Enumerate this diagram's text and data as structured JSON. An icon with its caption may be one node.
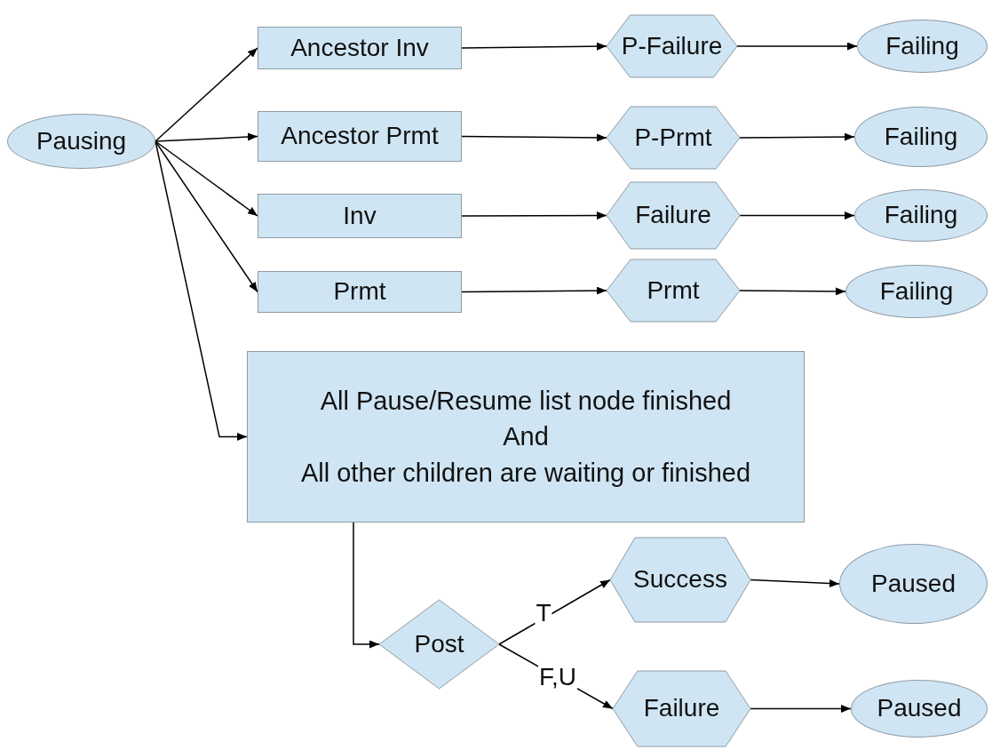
{
  "diagram": {
    "nodes": [
      {
        "text": [
          "Pausing"
        ]
      },
      {
        "text": [
          "Ancestor Inv"
        ]
      },
      {
        "text": [
          "P-Failure"
        ]
      },
      {
        "text": [
          "Failing"
        ]
      },
      {
        "text": [
          "Ancestor Prmt"
        ]
      },
      {
        "text": [
          "P-Prmt"
        ]
      },
      {
        "text": [
          "Failing"
        ]
      },
      {
        "text": [
          "Inv"
        ]
      },
      {
        "text": [
          "Failure"
        ]
      },
      {
        "text": [
          "Failing"
        ]
      },
      {
        "text": [
          "Prmt"
        ]
      },
      {
        "text": [
          "Prmt"
        ]
      },
      {
        "text": [
          "Failing"
        ]
      },
      {
        "text": [
          "All Pause/Resume list node finished",
          "And",
          "All other children are waiting or finished"
        ]
      },
      {
        "text": [
          "Post"
        ]
      },
      {
        "text": [
          "Success"
        ]
      },
      {
        "text": [
          "Paused"
        ]
      },
      {
        "text": [
          "Failure"
        ]
      },
      {
        "text": [
          "Paused"
        ]
      }
    ],
    "edges": [
      {
        "from": 0,
        "to": 1,
        "arrow": "to"
      },
      {
        "from": 0,
        "to": 4,
        "arrow": "to"
      },
      {
        "from": 0,
        "to": 7,
        "arrow": "to"
      },
      {
        "from": 0,
        "to": 10,
        "arrow": "to"
      },
      {
        "from": 0,
        "to": 13,
        "arrow": "to"
      },
      {
        "from": 1,
        "to": 2,
        "arrow": "to"
      },
      {
        "from": 2,
        "to": 3,
        "arrow": "to"
      },
      {
        "from": 4,
        "to": 5,
        "arrow": "to"
      },
      {
        "from": 5,
        "to": 6,
        "arrow": "to"
      },
      {
        "from": 7,
        "to": 8,
        "arrow": "to"
      },
      {
        "from": 8,
        "to": 9,
        "arrow": "to"
      },
      {
        "from": 10,
        "to": 11,
        "arrow": "to"
      },
      {
        "from": 11,
        "to": 12,
        "arrow": "to"
      },
      {
        "from": 13,
        "to": 14,
        "arrow": "to"
      },
      {
        "from": 14,
        "to": 15,
        "arrow": "to",
        "label": "T"
      },
      {
        "from": 14,
        "to": 17,
        "arrow": "to",
        "label": "F,U"
      },
      {
        "from": 15,
        "to": 16,
        "arrow": "to"
      },
      {
        "from": 17,
        "to": 18,
        "arrow": "to"
      }
    ]
  }
}
